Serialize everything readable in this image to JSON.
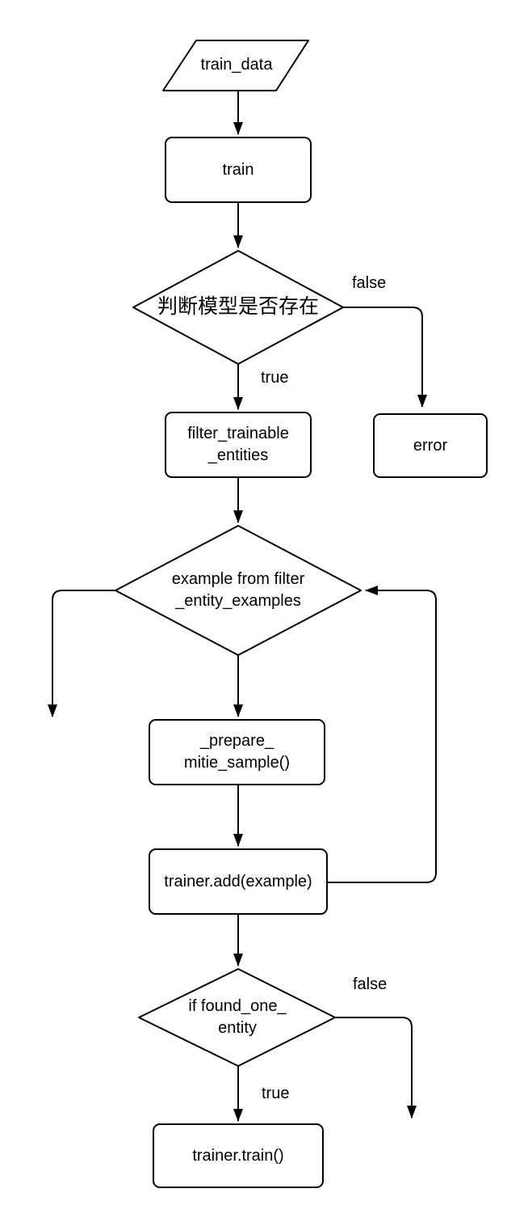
{
  "diagram": {
    "colors": {
      "background": "#ffffff",
      "stroke": "#000000",
      "text": "#000000"
    },
    "nodes": {
      "train_data": {
        "label": "train_data",
        "shape": "parallelogram"
      },
      "train": {
        "label": "train",
        "shape": "process"
      },
      "model_exists": {
        "label": "判断模型是否存在",
        "shape": "decision"
      },
      "filter_trainable_entities": {
        "line1": "filter_trainable",
        "line2": "_entities",
        "shape": "process"
      },
      "error": {
        "label": "error",
        "shape": "process"
      },
      "example_from_filter": {
        "line1": "example from filter",
        "line2": "_entity_examples",
        "shape": "decision"
      },
      "prepare_mitie_sample": {
        "line1": "_prepare_",
        "line2": "mitie_sample()",
        "shape": "process"
      },
      "trainer_add": {
        "label": "trainer.add(example)",
        "shape": "process"
      },
      "if_found_one_entity": {
        "line1": "if found_one_",
        "line2": "entity",
        "shape": "decision"
      },
      "trainer_train": {
        "label": "trainer.train()",
        "shape": "process"
      }
    },
    "edges": {
      "model_exists_false": {
        "label": "false"
      },
      "model_exists_true": {
        "label": "true"
      },
      "found_one_false": {
        "label": "false"
      },
      "found_one_true": {
        "label": "true"
      }
    }
  }
}
